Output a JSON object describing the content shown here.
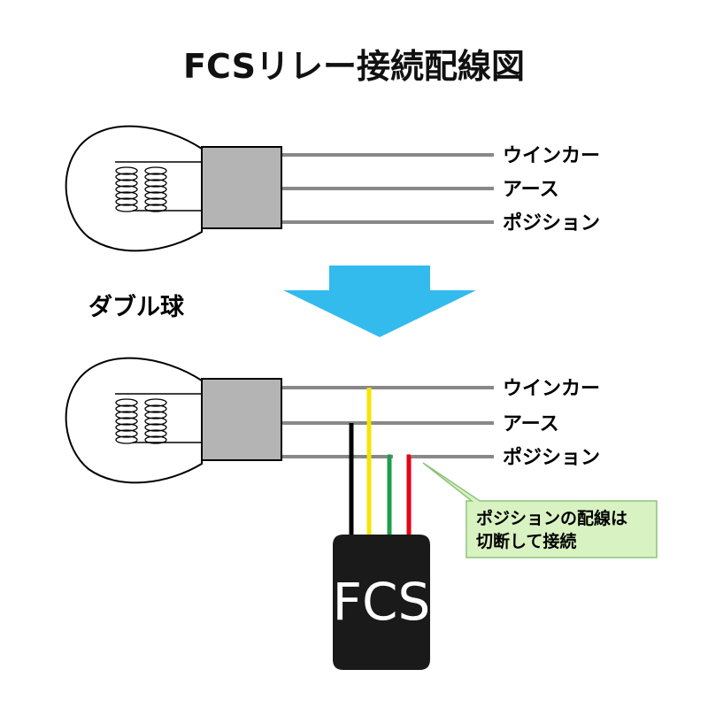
{
  "title": "FCSリレー接続配線図",
  "top_bulb": {
    "wires": [
      {
        "label": "ウインカー"
      },
      {
        "label": "アース"
      },
      {
        "label": "ポジション"
      }
    ]
  },
  "bulb_type_label": "ダブル球",
  "bottom_bulb": {
    "wires": [
      {
        "label": "ウインカー"
      },
      {
        "label": "アース"
      },
      {
        "label": "ポジション"
      }
    ]
  },
  "fcs_box": {
    "label": "FCS",
    "lead_colors": [
      "#000000",
      "#f4e400",
      "#1f9d4a",
      "#e60012"
    ]
  },
  "callout": {
    "line1": "ポジションの配線は",
    "line2": "切断して接続"
  },
  "colors": {
    "arrow": "#33bbee",
    "wire_gray": "#888888",
    "socket_gray": "#b4b4b4",
    "callout_bg": "#d9f2c2",
    "callout_border": "#8cc47c",
    "fcs_body": "#1a1a1a"
  }
}
